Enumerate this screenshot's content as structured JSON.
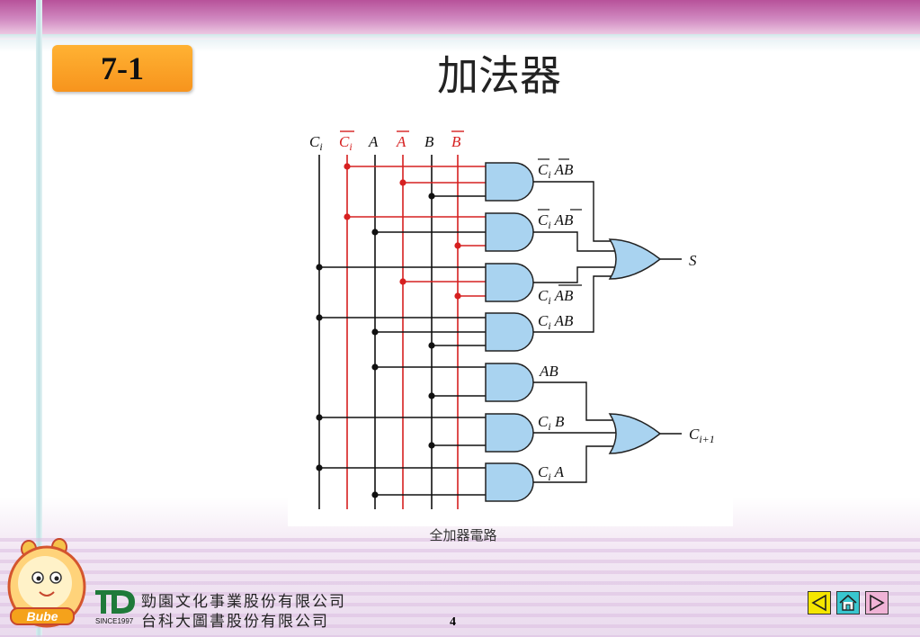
{
  "slide": {
    "section": "7-1",
    "title": "加法器",
    "caption": "全加器電路",
    "page_number": "4"
  },
  "diagram": {
    "input_labels": [
      {
        "var": "C",
        "sub": "i",
        "bar": false
      },
      {
        "var": "C",
        "sub": "i",
        "bar": true
      },
      {
        "var": "A",
        "sub": "",
        "bar": false
      },
      {
        "var": "A",
        "sub": "",
        "bar": true
      },
      {
        "var": "B",
        "sub": "",
        "bar": false
      },
      {
        "var": "B",
        "sub": "",
        "bar": true
      }
    ],
    "and_terms": [
      {
        "c": "C",
        "c_bar": true,
        "a_bar": true,
        "b_bar": false
      },
      {
        "c": "C",
        "c_bar": true,
        "a_bar": false,
        "b_bar": true
      },
      {
        "c": "C",
        "c_bar": false,
        "a_bar": true,
        "b_bar": true
      },
      {
        "c": "C",
        "c_bar": false,
        "a_bar": false,
        "b_bar": false
      }
    ],
    "carry_terms": [
      "AB",
      "C_i B",
      "C_i A"
    ],
    "output_sum": "S",
    "output_carry_var": "C",
    "output_carry_sub": "i+1",
    "colors": {
      "wire": "#111111",
      "inverted_wire": "#d62020",
      "gate_fill": "#a9d3f0",
      "gate_stroke": "#222222"
    }
  },
  "footer": {
    "company_line1": "勁園文化事業股份有限公司",
    "company_line2": "台科大圖書股份有限公司",
    "since": "SINCE1997",
    "mascot_text": "Bube",
    "nav": [
      "previous-icon",
      "home-icon",
      "next-icon"
    ]
  }
}
